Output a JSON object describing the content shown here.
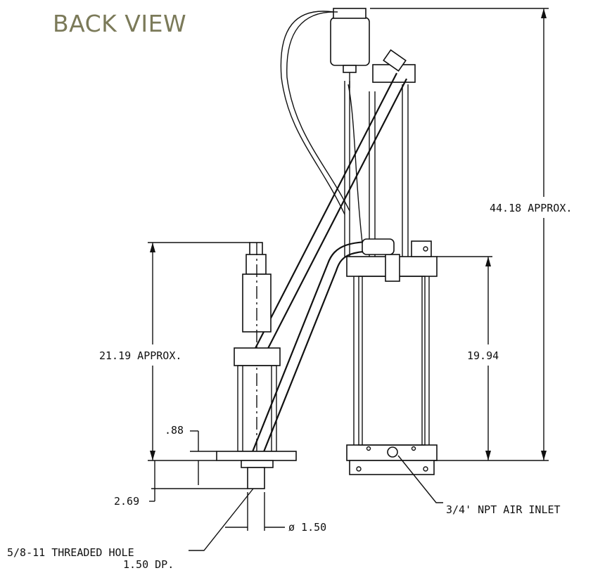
{
  "title": "BACK VIEW",
  "dimensions": {
    "overall_height": "44.18  APPROX.",
    "small_cyl_height": "21.19  APPROX.",
    "large_cyl_height": "19.94",
    "base_plate": ".88",
    "shaft_len": "2.69",
    "shaft_dia": "ø 1.50"
  },
  "notes": {
    "air_inlet": "3/4' NPT AIR INLET",
    "thread_line1": "5/8-11  THREADED HOLE",
    "thread_line2": "1.50  DP."
  },
  "colors": {
    "title": "#7b7a59",
    "line": "#111111"
  }
}
